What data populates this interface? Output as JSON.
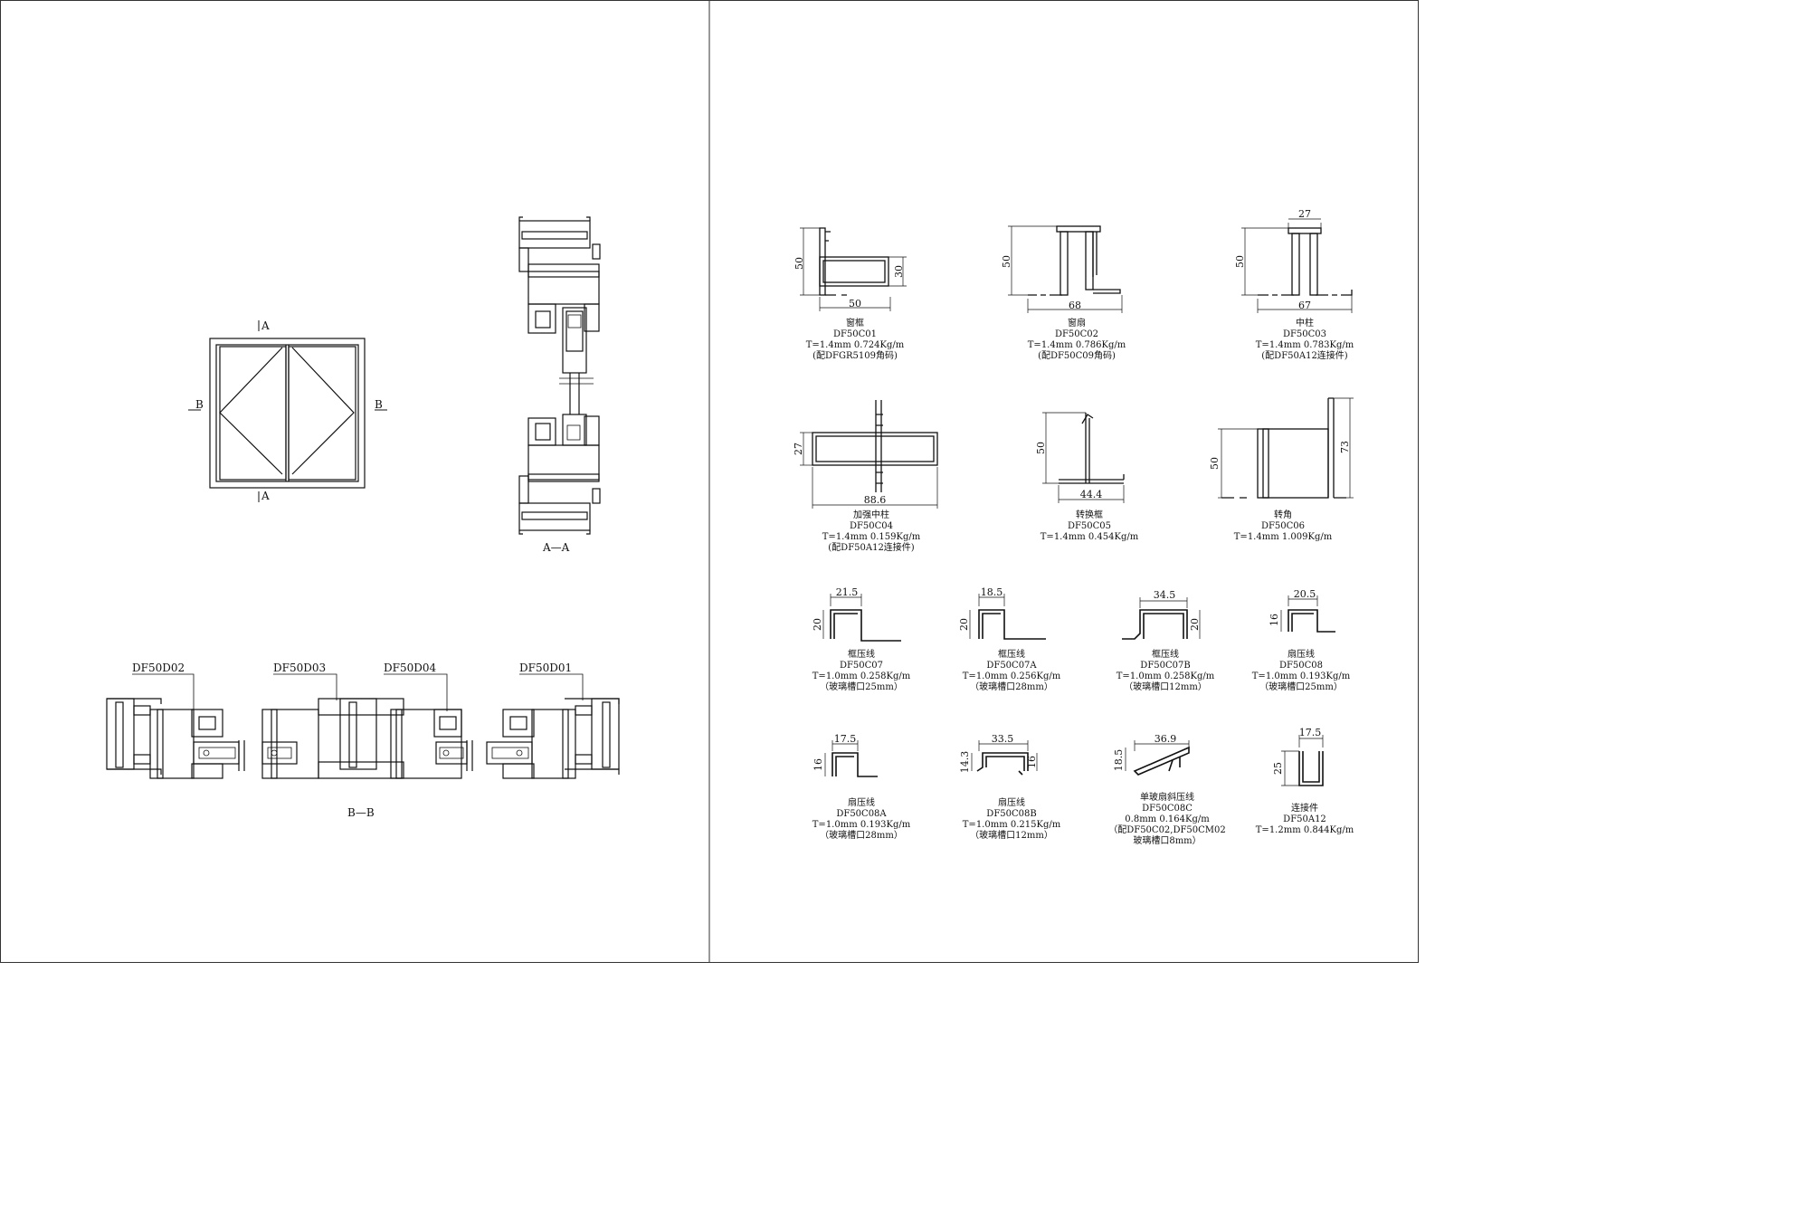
{
  "left_page": {
    "elevation": {
      "section_a_top": "A",
      "section_a_bottom": "A",
      "section_b_left": "B",
      "section_b_right": "B"
    },
    "section_aa_caption": "A—A",
    "section_bb_caption": "B—B",
    "bb_callouts": [
      "DF50D02",
      "DF50D03",
      "DF50D04",
      "DF50D01"
    ]
  },
  "profiles": [
    {
      "name": "窗框",
      "code": "DF50C01",
      "spec": "T=1.4mm 0.724Kg/m",
      "note": "(配DFGR5109角码)",
      "dims": [
        "50",
        "50",
        "30"
      ]
    },
    {
      "name": "窗扇",
      "code": "DF50C02",
      "spec": "T=1.4mm 0.786Kg/m",
      "note": "(配DF50C09角码)",
      "dims": [
        "50",
        "68"
      ]
    },
    {
      "name": "中柱",
      "code": "DF50C03",
      "spec": "T=1.4mm 0.783Kg/m",
      "note": "(配DF50A12连接件)",
      "dims": [
        "27",
        "50",
        "67"
      ]
    },
    {
      "name": "加强中柱",
      "code": "DF50C04",
      "spec": "T=1.4mm 0.159Kg/m",
      "note": "(配DF50A12连接件)",
      "dims": [
        "27",
        "88.6"
      ]
    },
    {
      "name": "转换框",
      "code": "DF50C05",
      "spec": "T=1.4mm 0.454Kg/m",
      "note": "",
      "dims": [
        "50",
        "44.4"
      ]
    },
    {
      "name": "转角",
      "code": "DF50C06",
      "spec": "T=1.4mm 1.009Kg/m",
      "note": "",
      "dims": [
        "50",
        "73"
      ]
    },
    {
      "name": "框压线",
      "code": "DF50C07",
      "spec": "T=1.0mm 0.258Kg/m",
      "note": "（玻璃槽口25mm）",
      "dims": [
        "21.5",
        "20"
      ]
    },
    {
      "name": "框压线",
      "code": "DF50C07A",
      "spec": "T=1.0mm 0.256Kg/m",
      "note": "（玻璃槽口28mm）",
      "dims": [
        "18.5",
        "20"
      ]
    },
    {
      "name": "框压线",
      "code": "DF50C07B",
      "spec": "T=1.0mm 0.258Kg/m",
      "note": "（玻璃槽口12mm）",
      "dims": [
        "34.5",
        "20"
      ]
    },
    {
      "name": "扇压线",
      "code": "DF50C08",
      "spec": "T=1.0mm 0.193Kg/m",
      "note": "（玻璃槽口25mm）",
      "dims": [
        "20.5",
        "16"
      ]
    },
    {
      "name": "扇压线",
      "code": "DF50C08A",
      "spec": "T=1.0mm 0.193Kg/m",
      "note": "（玻璃槽口28mm）",
      "dims": [
        "17.5",
        "16"
      ]
    },
    {
      "name": "扇压线",
      "code": "DF50C08B",
      "spec": "T=1.0mm 0.215Kg/m",
      "note": "（玻璃槽口12mm）",
      "dims": [
        "33.5",
        "14.3",
        "16"
      ]
    },
    {
      "name": "单玻扇斜压线",
      "code": "DF50C08C",
      "spec": "0.8mm 0.164Kg/m",
      "note": "（配DF50C02,DF50CM02",
      "note2": "玻璃槽口8mm）",
      "dims": [
        "36.9",
        "18.5"
      ]
    },
    {
      "name": "连接件",
      "code": "DF50A12",
      "spec": "T=1.2mm 0.844Kg/m",
      "note": "",
      "dims": [
        "17.5",
        "25"
      ]
    }
  ]
}
